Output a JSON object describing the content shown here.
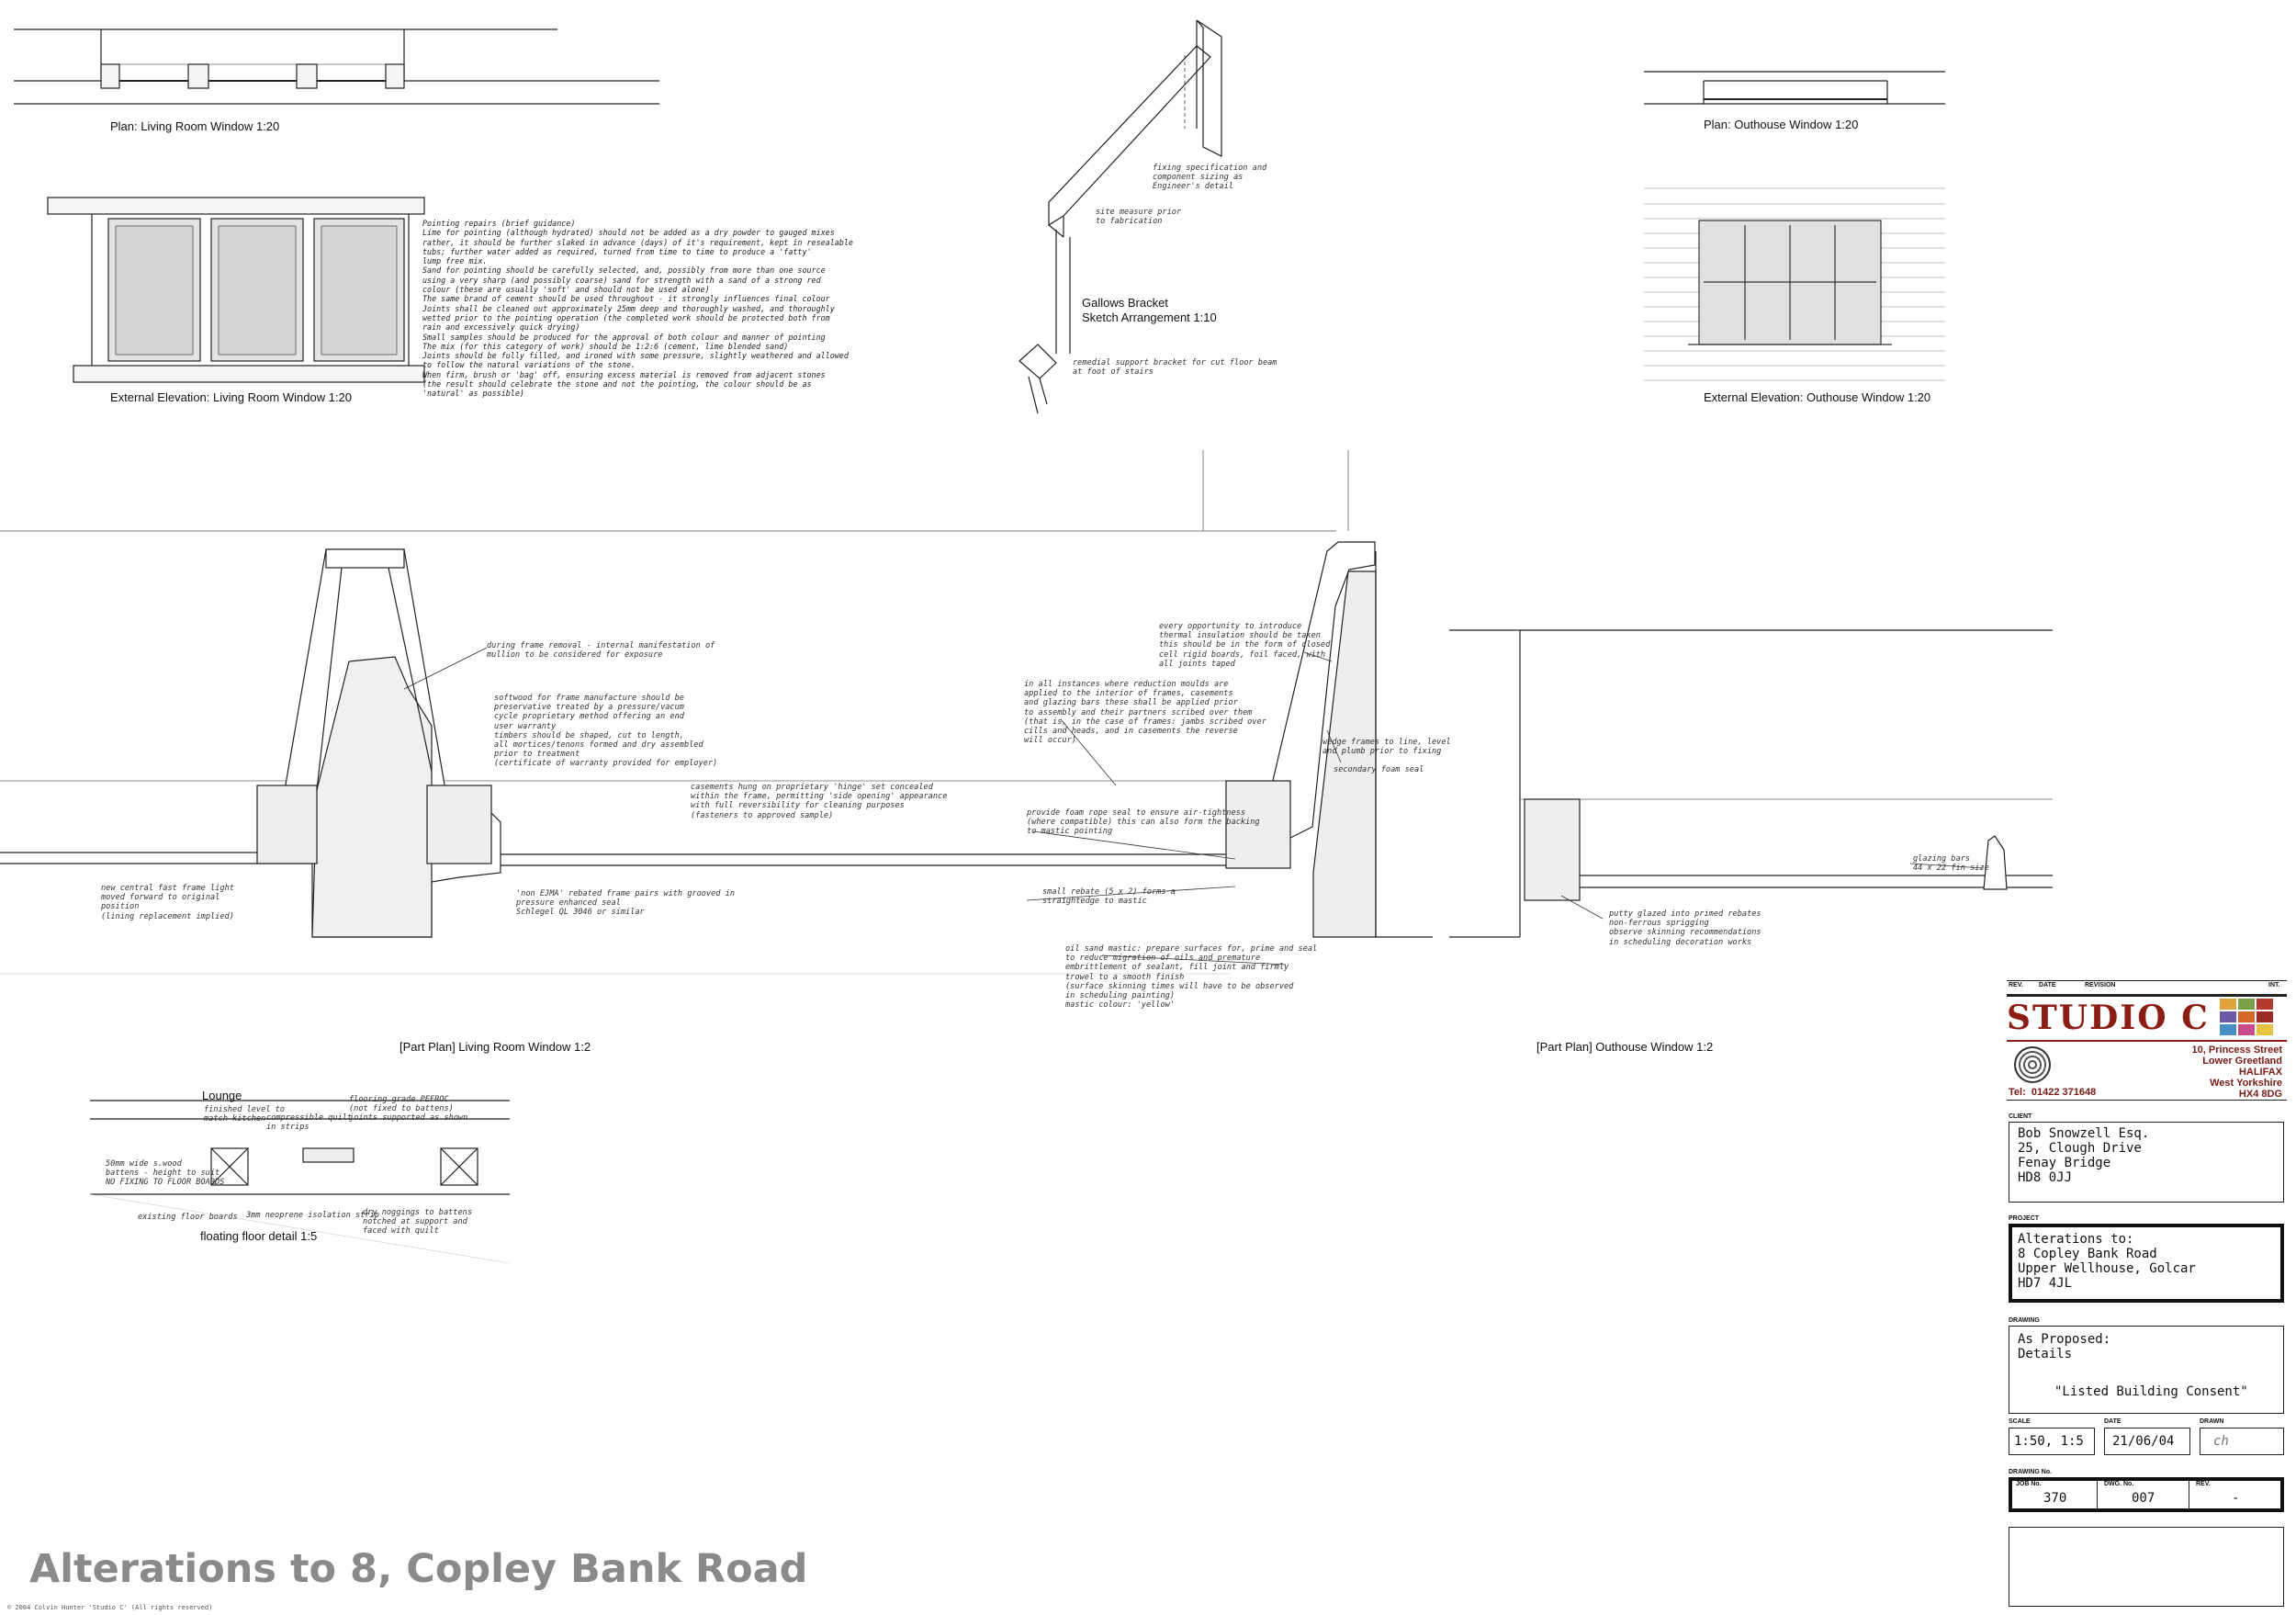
{
  "drawing_labels": {
    "plan_living": "Plan: Living Room Window 1:20",
    "elev_living": "External Elevation: Living Room Window 1:20",
    "gallows": "Gallows Bracket\nSketch Arrangement 1:10",
    "plan_outhouse": "Plan: Outhouse Window 1:20",
    "elev_outhouse": "External Elevation: Outhouse Window 1:20",
    "part_plan_living": "[Part Plan] Living Room Window 1:2",
    "part_plan_outhouse": "[Part Plan] Outhouse Window 1:2",
    "floating_floor": "floating floor detail 1:5",
    "lounge": "Lounge"
  },
  "notes": {
    "pointing": "Pointing repairs (brief guidance)\nLime for pointing (although hydrated) should not be added as a dry powder to gauged mixes\nrather, it should be further slaked in advance (days) of it's requirement, kept in resealable\ntubs; further water added as required, turned from time to time to produce a 'fatty'\nlump free mix.\nSand for pointing should be carefully selected, and, possibly from more than one source\nusing a very sharp (and possibly coarse) sand for strength with a sand of a strong red\ncolour (these are usually 'soft' and should not be used alone)\nThe same brand of cement should be used throughout - it strongly influences final colour\nJoints shall be cleaned out approximately 25mm deep and thoroughly washed, and thoroughly\nwetted prior to the pointing operation (the completed work should be protected both from\nrain and excessively quick drying)\nSmall samples should be produced for the approval of both colour and manner of pointing\nThe mix (for this category of work) should be 1:2:6 (cement, lime blended sand)\nJoints should be fully filled, and ironed with some pressure, slightly weathered and allowed\nto follow the natural variations of the stone.\nWhen firm, brush or 'bag' off, ensuring excess material is removed from adjacent stones\n(the result should celebrate the stone and not the pointing, the colour should be as\n'natural' as possible)",
    "fixing_spec": "fixing specification and\ncomponent sizing as\nEngineer's detail",
    "site_measure": "site measure prior\nto fabrication",
    "remedial": "remedial support bracket for cut floor beam\nat foot of stairs",
    "frame_removal": "during frame removal - internal manifestation of\nmullion to be considered for exposure",
    "softwood": "softwood for frame manufacture should be\npreservative treated by a pressure/vacum\ncycle proprietary method offering an end\nuser warranty\ntimbers should be shaped, cut to length,\nall mortices/tenons formed and dry assembled\nprior to treatment\n(certificate of warranty provided for employer)",
    "casements": "casements hung on proprietary 'hinge' set concealed\nwithin the frame, permitting 'side opening' appearance\nwith full reversibility for cleaning purposes\n(fasteners to approved sample)",
    "new_central": "new central fast frame light\nmoved forward to original\nposition\n(lining replacement implied)",
    "non_ejma": "'non EJMA' rebated frame pairs with grooved in\npressure enhanced seal\nSchlegel QL 3046 or similar",
    "thermal": "every opportunity to introduce\nthermal insulation should be taken\nthis should be in the form of closed\ncell rigid boards, foil faced, with\nall joints taped",
    "reduction": "in all instances where reduction moulds are\napplied to the interior of frames, casements\nand glazing bars these shall be applied prior\nto assembly and their partners scribed over them\n(that is, in the case of frames: jambs scribed over\ncills and heads, and in casements the reverse\nwill occur)",
    "wedge": "wedge frames to line, level\nand plumb prior to fixing",
    "secondary_foam": "secondary foam seal",
    "foam_rope": "provide foam rope seal to ensure air-tightness\n(where compatible) this can also form the backing\nto mastic pointing",
    "small_rebate": "small rebate (5 x 2) forms a\nstraightedge to mastic",
    "oil_sand": "oil sand mastic: prepare surfaces for, prime and seal\nto reduce migration of oils and premature\nembrittlement of sealant, fill joint and firmly\ntrowel to a smooth finish\n(surface skinning times will have to be observed\nin scheduling painting)\nmastic colour: 'yellow'",
    "glazing_bars": "glazing bars\n44 x 22 fin size",
    "putty": "putty glazed into primed rebates\nnon-ferrous sprigging\nobserve skinning recommendations\nin scheduling decoration works",
    "finished_level": "finished level to\nmatch kitchen",
    "compressible": "compressible quilt\nin strips",
    "flooring": "flooring grade PEFROC\n(not fixed to battens)\njoints supported as shown",
    "battens": "50mm wide s.wood\nbattens - height to suit\nNO FIXING TO FLOOR BOARDS",
    "existing_boards": "existing floor boards",
    "neoprene": "3mm neoprene isolation strip",
    "dry_noggings": "dry noggings to battens\nnotched at support and\nfaced with quilt"
  },
  "title_block": {
    "headers": [
      "REV.",
      "DATE",
      "REVISION",
      "INT."
    ],
    "studio_name": "STUDIO C",
    "address": "10, Princess Street\nLower Greetland\nHALIFAX\nWest Yorkshire\nHX4 8DG",
    "tel": "Tel:  01422 371648",
    "client_label": "CLIENT",
    "client": "Bob Snowzell Esq.\n25, Clough Drive\nFenay Bridge\nHD8 0JJ",
    "project_label": "PROJECT",
    "project": "Alterations to:\n8 Copley Bank Road\nUpper Wellhouse, Golcar\nHD7 4JL",
    "drawing_label": "DRAWING",
    "drawing": "As Proposed:\nDetails",
    "drawing_sub": "\"Listed Building Consent\"",
    "scale_label": "SCALE",
    "scale": "1:50, 1:5",
    "date_label": "DATE",
    "date": "21/06/04",
    "drawn_label": "DRAWN",
    "drawn": "ch",
    "drawing_no_label": "DRAWING No.",
    "job_label": "JOB No.",
    "job": "370",
    "dwg_label": "DWG. No.",
    "dwg": "007",
    "rev_label": "REV.",
    "rev": "-",
    "logo_colors": [
      "#e2a23b",
      "#7aa04a",
      "#b53a2e",
      "#6b5aa8",
      "#d7682c",
      "#9c2b25",
      "#4a8fc4",
      "#c84c8c",
      "#e5c442"
    ]
  },
  "sheet_title": "Alterations to 8, Copley Bank Road",
  "copyright": "©  2004 Colvin Hunter  'Studio C'  (All rights reserved)"
}
